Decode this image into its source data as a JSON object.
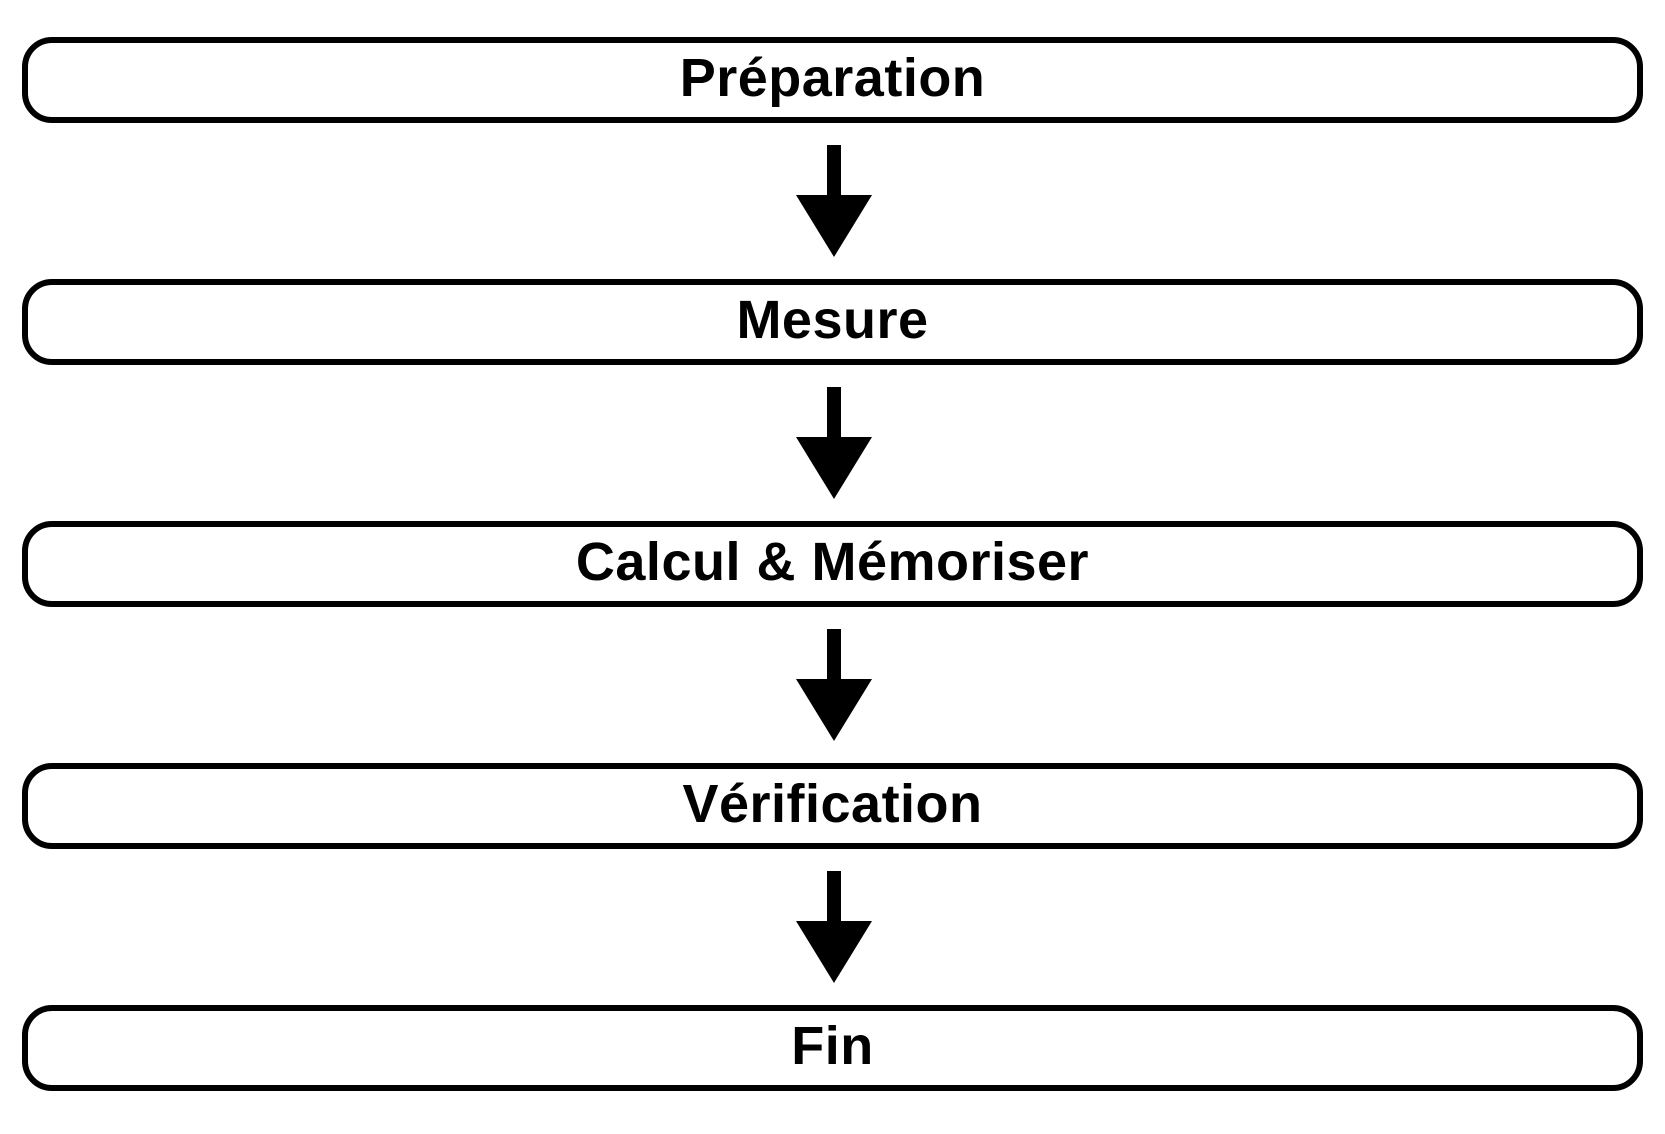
{
  "diagram": {
    "type": "flowchart",
    "direction": "top-to-bottom",
    "steps": [
      {
        "id": "preparation",
        "label": "Préparation"
      },
      {
        "id": "mesure",
        "label": "Mesure"
      },
      {
        "id": "calcul-memoriser",
        "label": "Calcul & Mémoriser"
      },
      {
        "id": "verification",
        "label": "Vérification"
      },
      {
        "id": "fin",
        "label": "Fin"
      }
    ],
    "connector": "solid-block-down-arrow"
  },
  "colors": {
    "background": "#ffffff",
    "node_fill": "#ffffff",
    "node_border": "#000000",
    "text": "#000000",
    "arrow": "#000000"
  }
}
